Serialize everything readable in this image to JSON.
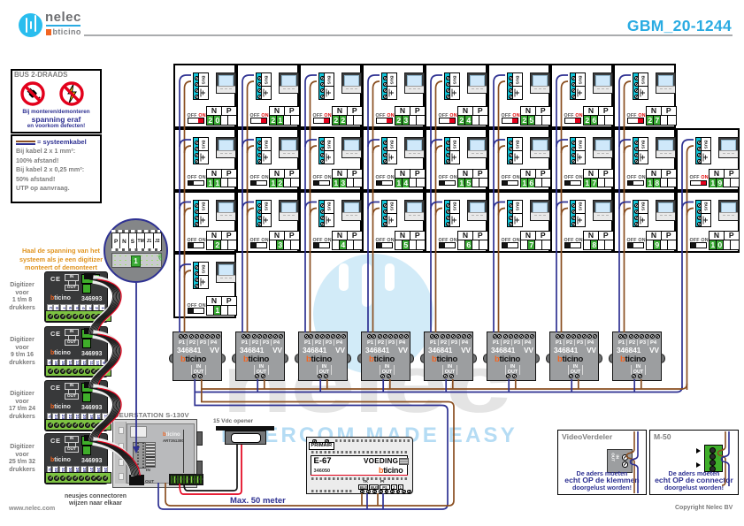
{
  "header": {
    "brand": "nelec",
    "brand_partner": "bticino",
    "doc_number": "GBM_20-1244"
  },
  "watermark": {
    "text": "nelec",
    "slogan": "INTERCOM MADE EASY"
  },
  "warning_box": {
    "title": "BUS 2-DRAADS",
    "line1": "Bij monteren/demonteren",
    "line2": "spanning eraf",
    "line3": "en voorkom defecten!"
  },
  "cable_box": {
    "legend": "= systeemkabel",
    "lines": [
      "Bij kabel 2 x 1 mm²:",
      "100% afstand!",
      "Bij kabel 2 x 0,25 mm²:",
      "50% afstand!",
      "UTP op aanvraag."
    ]
  },
  "digitizer_warning": [
    "Haal de spanning van het",
    "systeem als je een digitizer",
    "monteert of demonteert"
  ],
  "detail_circle": {
    "terminals": [
      "P",
      "N",
      "S",
      "TM",
      "J1",
      "J2"
    ],
    "address": "1",
    "side_label": "NP"
  },
  "unit_labels": {
    "bus": "BUS",
    "n": "N",
    "p": "P",
    "off": "OFF",
    "on": "ON"
  },
  "units": [
    {
      "n": "20",
      "row": 0,
      "col": 0,
      "on": true
    },
    {
      "n": "21",
      "row": 0,
      "col": 1,
      "on": true
    },
    {
      "n": "22",
      "row": 0,
      "col": 2,
      "on": true
    },
    {
      "n": "23",
      "row": 0,
      "col": 3,
      "on": true
    },
    {
      "n": "24",
      "row": 0,
      "col": 4,
      "on": true
    },
    {
      "n": "25",
      "row": 0,
      "col": 5,
      "on": true
    },
    {
      "n": "26",
      "row": 0,
      "col": 6,
      "on": true
    },
    {
      "n": "27",
      "row": 0,
      "col": 7,
      "on": true
    },
    {
      "n": "11",
      "row": 1,
      "col": 0,
      "on": false
    },
    {
      "n": "12",
      "row": 1,
      "col": 1,
      "on": false
    },
    {
      "n": "13",
      "row": 1,
      "col": 2,
      "on": false
    },
    {
      "n": "14",
      "row": 1,
      "col": 3,
      "on": false
    },
    {
      "n": "15",
      "row": 1,
      "col": 4,
      "on": false
    },
    {
      "n": "16",
      "row": 1,
      "col": 5,
      "on": false
    },
    {
      "n": "17",
      "row": 1,
      "col": 6,
      "on": false
    },
    {
      "n": "18",
      "row": 1,
      "col": 7,
      "on": false
    },
    {
      "n": "19",
      "row": 1,
      "col": 8,
      "on": true
    },
    {
      "n": "2",
      "row": 2,
      "col": 0,
      "on": false
    },
    {
      "n": "3",
      "row": 2,
      "col": 1,
      "on": false
    },
    {
      "n": "4",
      "row": 2,
      "col": 2,
      "on": false
    },
    {
      "n": "5",
      "row": 2,
      "col": 3,
      "on": false
    },
    {
      "n": "6",
      "row": 2,
      "col": 4,
      "on": false
    },
    {
      "n": "7",
      "row": 2,
      "col": 5,
      "on": false
    },
    {
      "n": "8",
      "row": 2,
      "col": 6,
      "on": false
    },
    {
      "n": "9",
      "row": 2,
      "col": 7,
      "on": false
    },
    {
      "n": "10",
      "row": 2,
      "col": 8,
      "on": false
    },
    {
      "n": "1",
      "row": 3,
      "col": 0,
      "on": false
    }
  ],
  "distributor": {
    "code": "346841",
    "version": "VV",
    "brand_b": "b",
    "brand_rest": "ticino",
    "ports": [
      "P1",
      "P2",
      "P3",
      "P4"
    ],
    "in": "IN",
    "out": "OUT",
    "count": 8
  },
  "digitizers": [
    {
      "label": [
        "Digitizer",
        "voor",
        "1 t/m 8",
        "drukkers"
      ],
      "code": "346993",
      "buttons": [
        "C",
        "8",
        "7",
        "6",
        "5",
        "4",
        "3",
        "2",
        "1"
      ]
    },
    {
      "label": [
        "Digitizer",
        "voor",
        "9 t/m 16",
        "drukkers"
      ],
      "code": "346993",
      "buttons": [
        "C",
        "16",
        "15",
        "14",
        "13",
        "12",
        "11",
        "10",
        "9"
      ]
    },
    {
      "label": [
        "Digitizer",
        "voor",
        "17 t/m 24",
        "drukkers"
      ],
      "code": "346993",
      "buttons": [
        "C",
        "24",
        "23",
        "22",
        "21",
        "20",
        "19",
        "18",
        "17"
      ]
    },
    {
      "label": [
        "Digitizer",
        "voor",
        "25 t/m 32",
        "drukkers"
      ],
      "code": "346993",
      "buttons": [
        "C",
        "32",
        "31",
        "30",
        "29",
        "28",
        "27",
        "26",
        "25"
      ]
    }
  ],
  "door_station": {
    "title": "DEURSTATION S-130V",
    "brand_b": "b",
    "brand_rest": "ticino",
    "art": "ART351300",
    "in": "IN",
    "out": "OUT"
  },
  "psu": {
    "primair": "PRIMAIR",
    "model": "E-67",
    "type": "VOEDING",
    "code": "346050",
    "brand_b": "b",
    "brand_rest": "ticino",
    "tk": "TK",
    "pi": "PI",
    "terminals": [
      "BUS",
      "BUS",
      "PS",
      "2",
      "1"
    ]
  },
  "opener_label": "15 Vdc opener",
  "max_distance": "Max. 50 meter",
  "connector_note": [
    "neusjes connectoren",
    "wijzen naar elkaar"
  ],
  "note_boxes": [
    {
      "title": "VideoVerdeler",
      "io": "IN OUT",
      "lines": [
        "De aders moeten",
        "echt OP de klemmen",
        "doorgelust worden!"
      ]
    },
    {
      "title": "M-50",
      "lines": [
        "De aders moeten",
        "echt OP de connector",
        "doorgelust worden!"
      ]
    }
  ],
  "footer": {
    "website": "www.nelec.com",
    "copyright": "Copyright Nelec BV"
  },
  "colors": {
    "accent": "#29abe2",
    "wire_blue": "#2e3192",
    "wire_brown": "#8a4f21",
    "wire_red": "#e3001b",
    "wire_black": "#141414",
    "green": "#3aaa35",
    "cyan": "#12c5d8",
    "orange": "#f26522",
    "note_blue": "#2e3192"
  }
}
